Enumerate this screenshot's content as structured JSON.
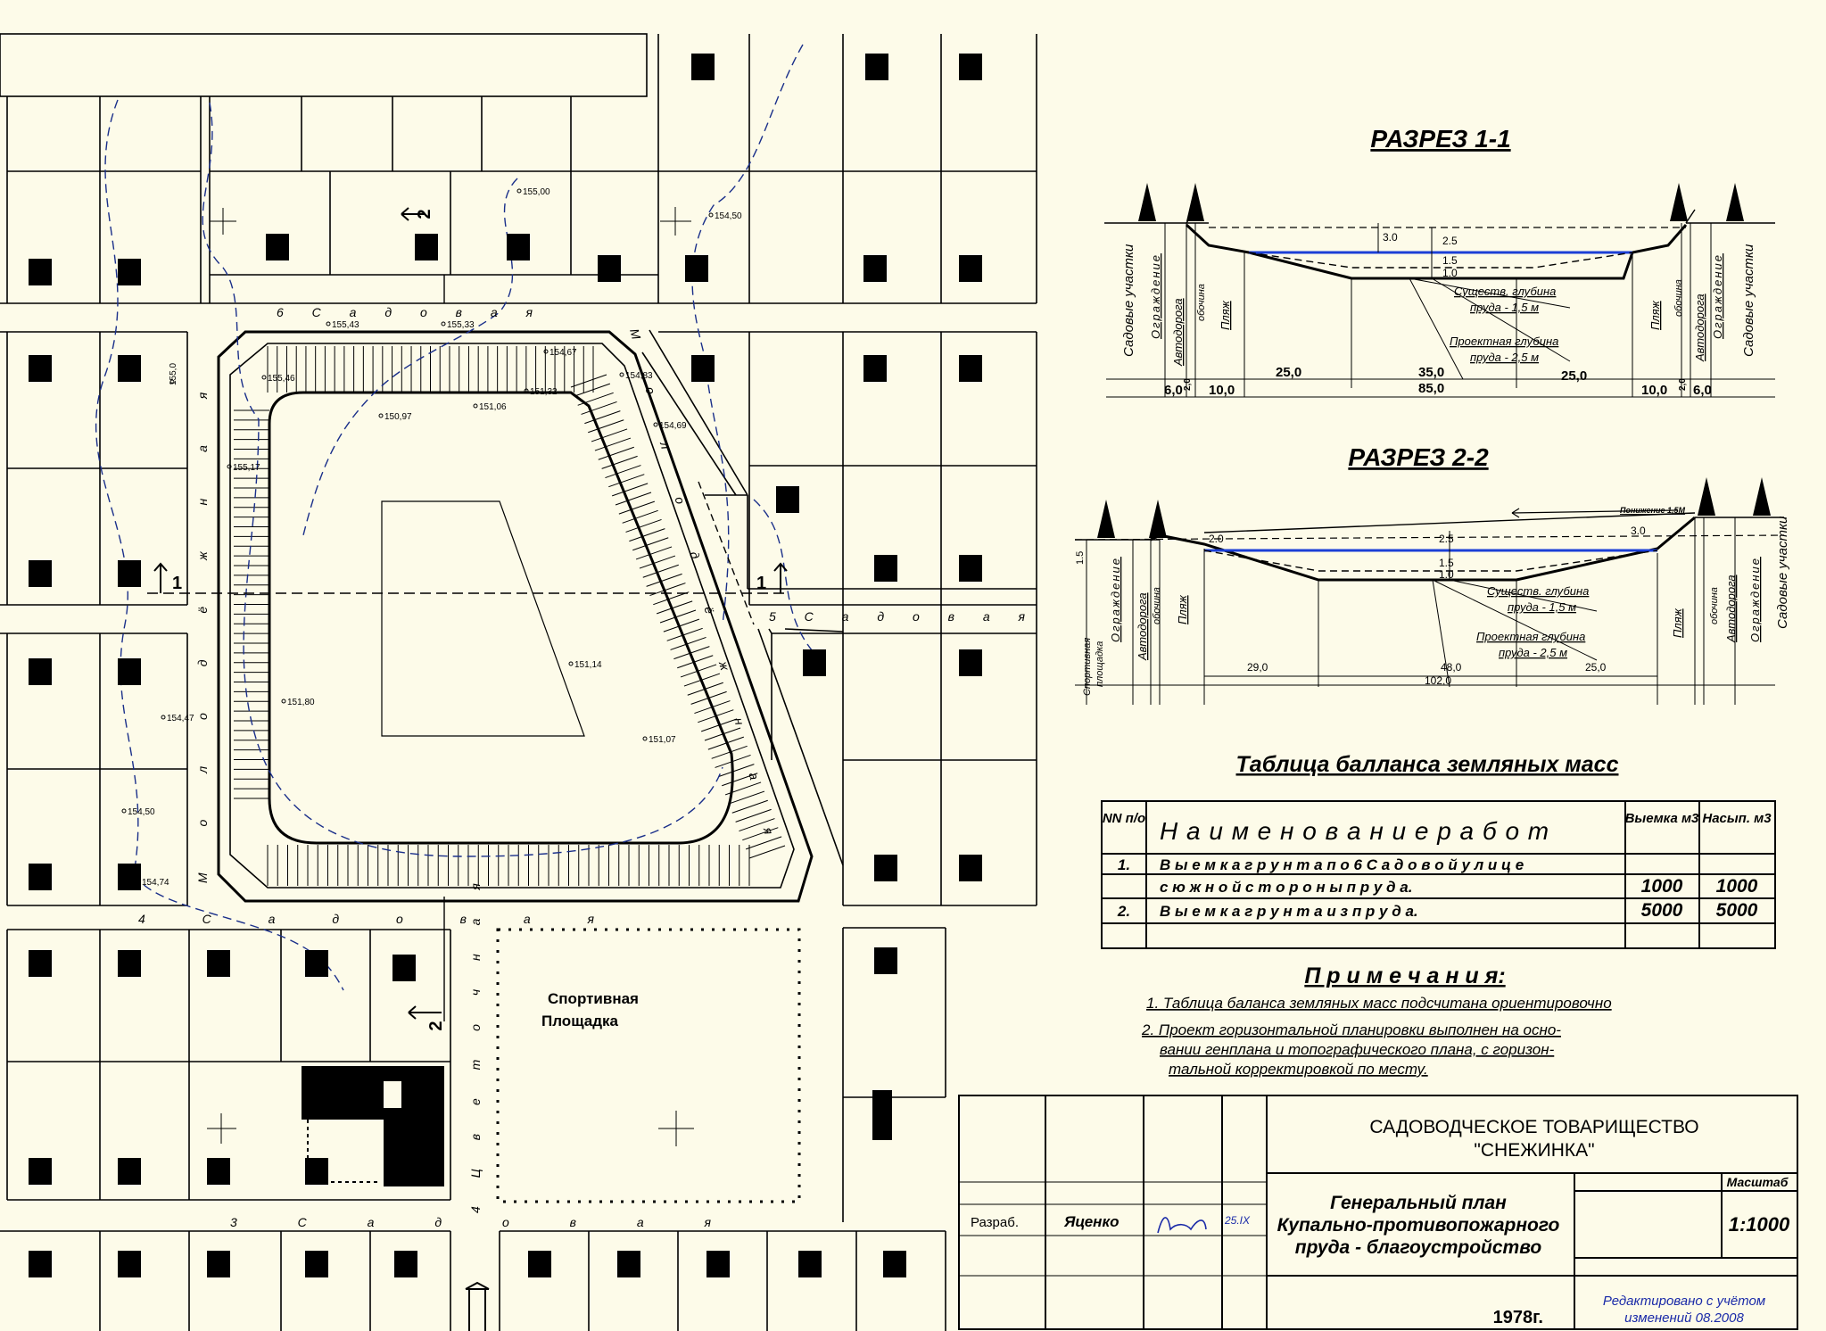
{
  "plan": {
    "street_labels": [
      {
        "text": "6 С а д о в а я"
      },
      {
        "text": "5 С а д о в а я"
      },
      {
        "text": "4 С а д о в а я"
      },
      {
        "text": "3 С а д о в а я"
      },
      {
        "text": "М о л о д ё ж н а я"
      },
      {
        "text": "М о л о д ё ж н а я"
      },
      {
        "text": "4 Ц в е т о ч н а я"
      }
    ],
    "elevations": [
      "155,00",
      "154,50",
      "155,43",
      "155,33",
      "154,67",
      "154,83",
      "155,46",
      "151,32",
      "150,97",
      "151,06",
      "155,0",
      "154,69",
      "155,17",
      "151,14",
      "151,80",
      "154,47",
      "151,07",
      "154,50",
      "154,74"
    ],
    "section_markers": [
      "2",
      "1",
      "1",
      "2"
    ],
    "sports_ground_label": [
      "Спортивная",
      "Площадка"
    ]
  },
  "section_1": {
    "title": "РАЗРЕЗ 1-1",
    "labels": {
      "garden_left": "Садовые участки",
      "fence": "Ограждение",
      "road": "Автодорога",
      "shoulder": "обочина",
      "beach": "Пляж",
      "garden_right": "Садовые участки",
      "existing_depth_1": "Существ. глубина",
      "existing_depth_2": "пруда - 1,5 м",
      "design_depth_1": "Проектная глубина",
      "design_depth_2": "пруда - 2,5 м"
    },
    "levels": [
      "3.0",
      "2.5",
      "1.5",
      "1.0"
    ],
    "dims": [
      "6,0",
      "2,0",
      "10,0",
      "25,0",
      "35,0",
      "25,0",
      "10,0",
      "2,0",
      "6,0",
      "85,0"
    ]
  },
  "section_2": {
    "title": "РАЗРЕЗ 2-2",
    "labels": {
      "sports_1": "Спортивная",
      "sports_2": "площадка",
      "fence": "Ограждение",
      "road": "Автодорога",
      "shoulder": "обочина",
      "beach": "Пляж",
      "garden_right": "Садовые участки",
      "lowering": "Понижение 1,5М",
      "existing_depth_1": "Существ. глубина",
      "existing_depth_2": "пруда - 1,5 м",
      "design_depth_1": "Проектная глубина",
      "design_depth_2": "пруда - 2,5 м"
    },
    "levels": [
      "1.5",
      "2.0",
      "2.5",
      "1.5",
      "1.0",
      "3.0"
    ],
    "dims": [
      "29,0",
      "48,0",
      "25,0",
      "102,0"
    ]
  },
  "balance_table": {
    "title": "Таблица балланса земляных масс",
    "headers": {
      "num": "NN п/о",
      "name": "Н а и м е н о в а н и е     р а б о т",
      "cut": "Выемка м3",
      "fill": "Насып. м3"
    },
    "rows": [
      {
        "num": "1.",
        "name": "В ы е м к а  г р у н т а  п о  6  С а д о в о й  у л и ц е",
        "cut": "",
        "fill": ""
      },
      {
        "num": "",
        "name": "с  ю ж н о й  с т о р о н ы  п р у д а.",
        "cut": "1000",
        "fill": "1000"
      },
      {
        "num": "2.",
        "name": "В ы е м к а  г р у н т а  и з  п р у д а.",
        "cut": "5000",
        "fill": "5000"
      },
      {
        "num": "",
        "name": "",
        "cut": "",
        "fill": ""
      }
    ]
  },
  "notes": {
    "title": "П р и м е ч а н и я:",
    "items": [
      "1.  Таблица баланса земляных масс подсчитана ориентировочно",
      "2.   Проект горизонтальной планировки выполнен на осно-",
      "вании генплана и топографического плана, с горизон-",
      "тальной корректировкой по месту."
    ]
  },
  "title_block": {
    "org_line1": "САДОВОДЧЕСКОЕ ТОВАРИЩЕСТВО",
    "org_line2": "\"СНЕЖИНКА\"",
    "drawing_line1": "Генеральный план",
    "drawing_line2": "Купально-противопожарного",
    "drawing_line3": "пруда - благоустройство",
    "scale_label": "Масштаб",
    "scale_value": "1:1000",
    "role": "Разраб.",
    "author": "Яценко",
    "date": "25.IX",
    "year": "1978г.",
    "edit_note_1": "Редактировано с учётом",
    "edit_note_2": "изменений 08.2008"
  },
  "colors": {
    "background": "#fdfbe9",
    "ink": "#000000",
    "water": "#1c3fd6",
    "contour": "#1a2f8a",
    "edit_note": "#1a2aa8"
  }
}
